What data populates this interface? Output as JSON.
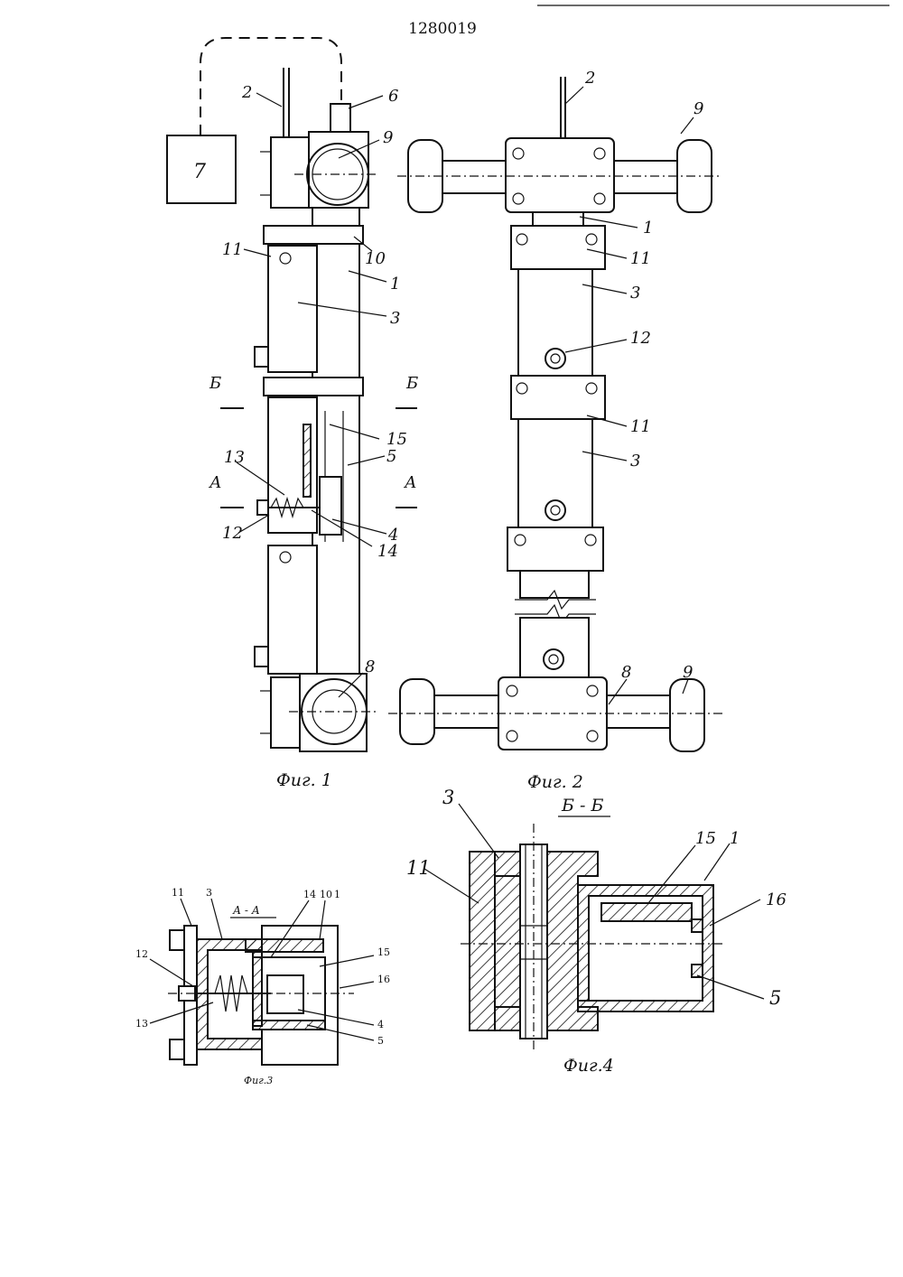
{
  "doc_number": "1280019",
  "fig1": {
    "caption": "Фиг. 1",
    "labels": [
      "2",
      "6",
      "7",
      "9",
      "10",
      "11",
      "1",
      "3",
      "Б",
      "Б",
      "15",
      "5",
      "13",
      "А",
      "А",
      "12",
      "4",
      "14",
      "8"
    ]
  },
  "fig2": {
    "caption": "Фиг. 2",
    "labels": [
      "2",
      "9",
      "1",
      "11",
      "3",
      "12",
      "11",
      "3",
      "8",
      "9"
    ]
  },
  "fig3": {
    "caption": "Фиг.3",
    "section": "А - А",
    "labels": [
      "11",
      "3",
      "14",
      "10",
      "1",
      "12",
      "15",
      "16",
      "13",
      "4",
      "5"
    ]
  },
  "fig4": {
    "caption": "Фиг.4",
    "section": "Б - Б",
    "labels": [
      "3",
      "15",
      "1",
      "11",
      "16",
      "5"
    ]
  }
}
